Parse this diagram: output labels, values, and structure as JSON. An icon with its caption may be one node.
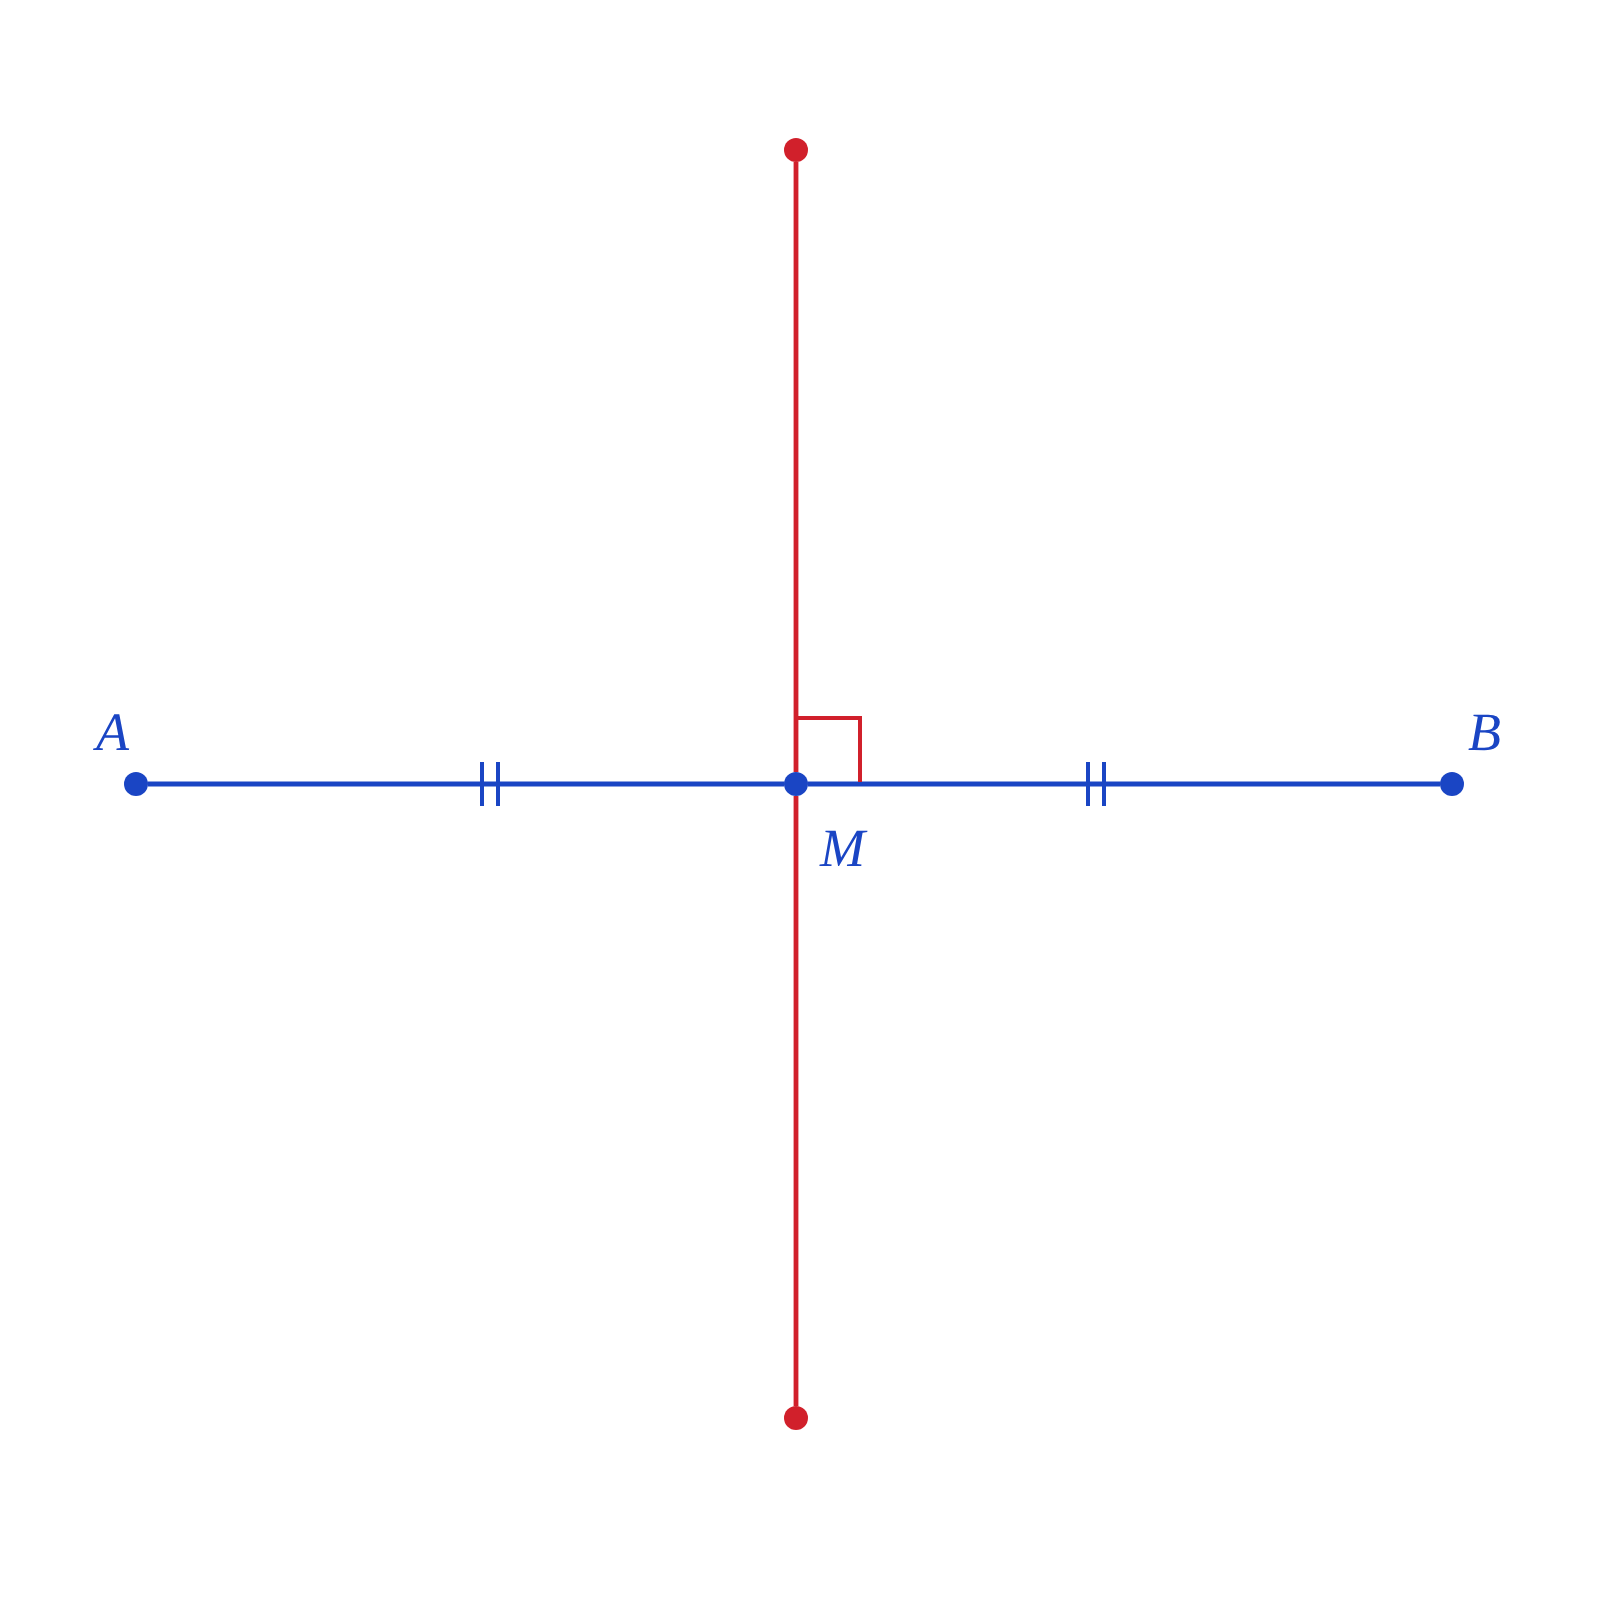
{
  "diagram": {
    "nodes": [
      {
        "text": [],
        "shape": "circle"
      },
      {
        "text": [
          "A"
        ]
      },
      {
        "text": [
          "M"
        ]
      },
      {
        "text": [
          "B"
        ]
      },
      {
        "text": [],
        "shape": "circle"
      }
    ],
    "edges": [
      {
        "from": 1,
        "to": 2,
        "arrow": "none",
        "color": "#1a45c4"
      },
      {
        "from": 2,
        "to": 3,
        "arrow": "none",
        "color": "#1a45c4"
      },
      {
        "from": 0,
        "to": 2,
        "arrow": "none",
        "color": "#d1202b"
      },
      {
        "from": 2,
        "to": 4,
        "arrow": "none",
        "color": "#d1202b"
      }
    ]
  }
}
